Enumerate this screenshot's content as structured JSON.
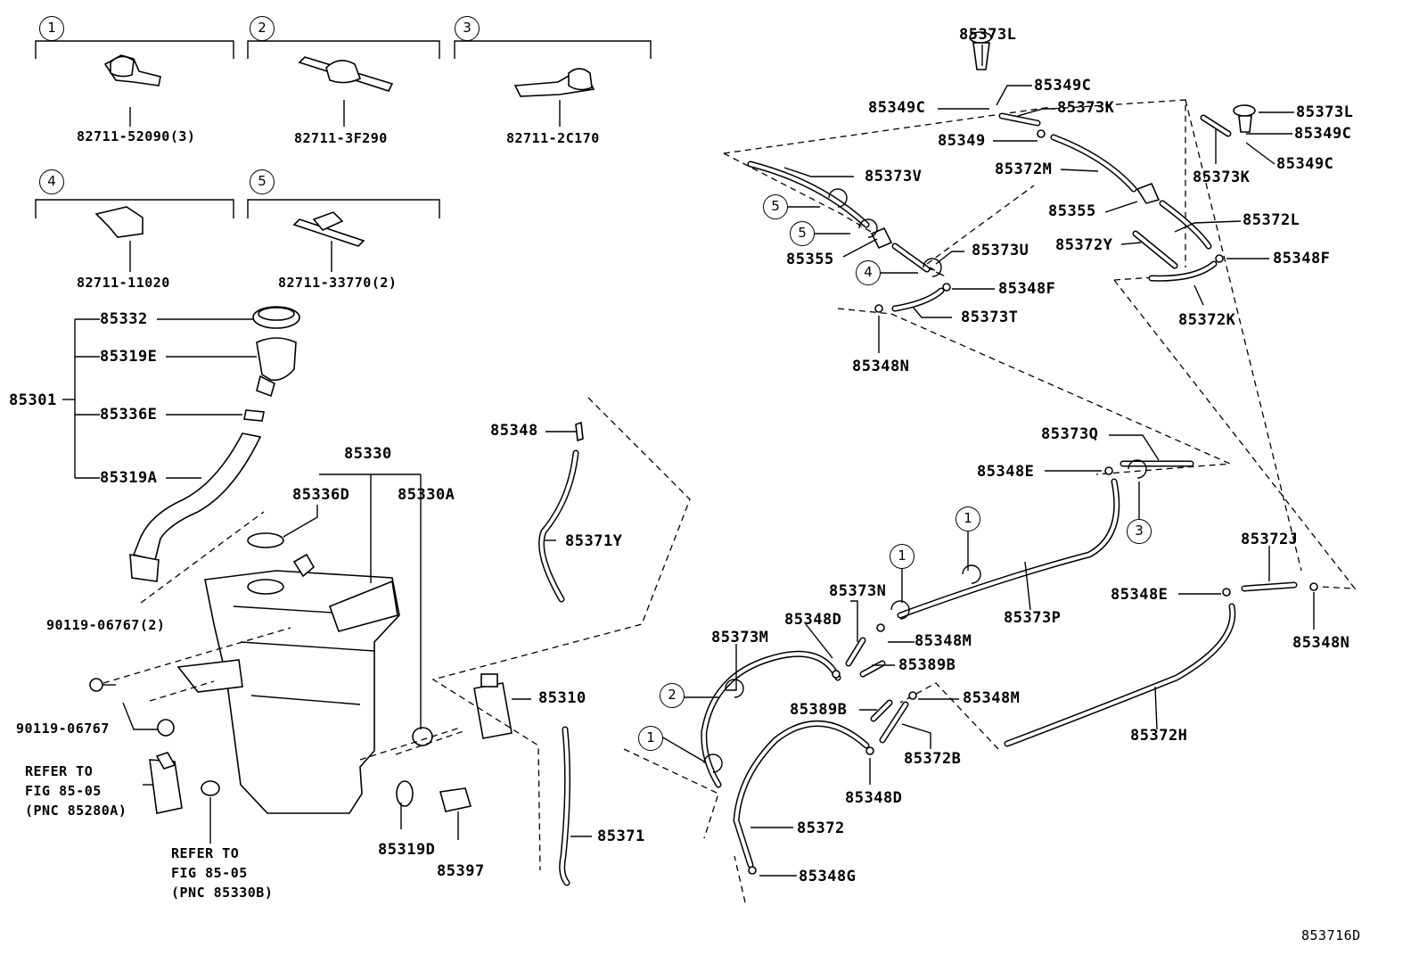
{
  "diagram": {
    "doc_id": "853716D",
    "legend": {
      "1": {
        "num": "1",
        "part": "82711-52090(3)"
      },
      "2": {
        "num": "2",
        "part": "82711-3F290"
      },
      "3": {
        "num": "3",
        "part": "82711-2C170"
      },
      "4": {
        "num": "4",
        "part": "82711-11020"
      },
      "5": {
        "num": "5",
        "part": "82711-33770(2)"
      }
    },
    "circles": {
      "c1": "1",
      "c2": "2",
      "c3": "3",
      "c4": "4",
      "c5": "5"
    },
    "parts": {
      "p85332": "85332",
      "p85319E": "85319E",
      "p85301": "85301",
      "p85336E": "85336E",
      "p85319A": "85319A",
      "p85330": "85330",
      "p85336D": "85336D",
      "p85330A": "85330A",
      "p90119_2": "90119-06767(2)",
      "p90119": "90119-06767",
      "p85348": "85348",
      "p85371Y": "85371Y",
      "p85310": "85310",
      "p85371": "85371",
      "p85319D": "85319D",
      "p85397": "85397",
      "p85373L": "85373L",
      "p85349C": "85349C",
      "p85373K": "85373K",
      "p85349": "85349",
      "p85372M": "85372M",
      "p85373V": "85373V",
      "p85355": "85355",
      "p85372L": "85372L",
      "p85372Y": "85372Y",
      "p85348F": "85348F",
      "p85373U": "85373U",
      "p85373T": "85373T",
      "p85348N": "85348N",
      "p85372K": "85372K",
      "p85373Q": "85373Q",
      "p85348E": "85348E",
      "p85373N": "85373N",
      "p85373P": "85373P",
      "p85348D": "85348D",
      "p85348M": "85348M",
      "p85373M": "85373M",
      "p85389B": "85389B",
      "p85372J": "85372J",
      "p85372B": "85372B",
      "p85372H": "85372H",
      "p85372": "85372",
      "p85348G": "85348G"
    },
    "refs": {
      "pump": "REFER TO\nFIG 85-05\n(PNC 85280A)",
      "tank": "REFER TO\nFIG 85-05\n(PNC 85330B)"
    }
  }
}
